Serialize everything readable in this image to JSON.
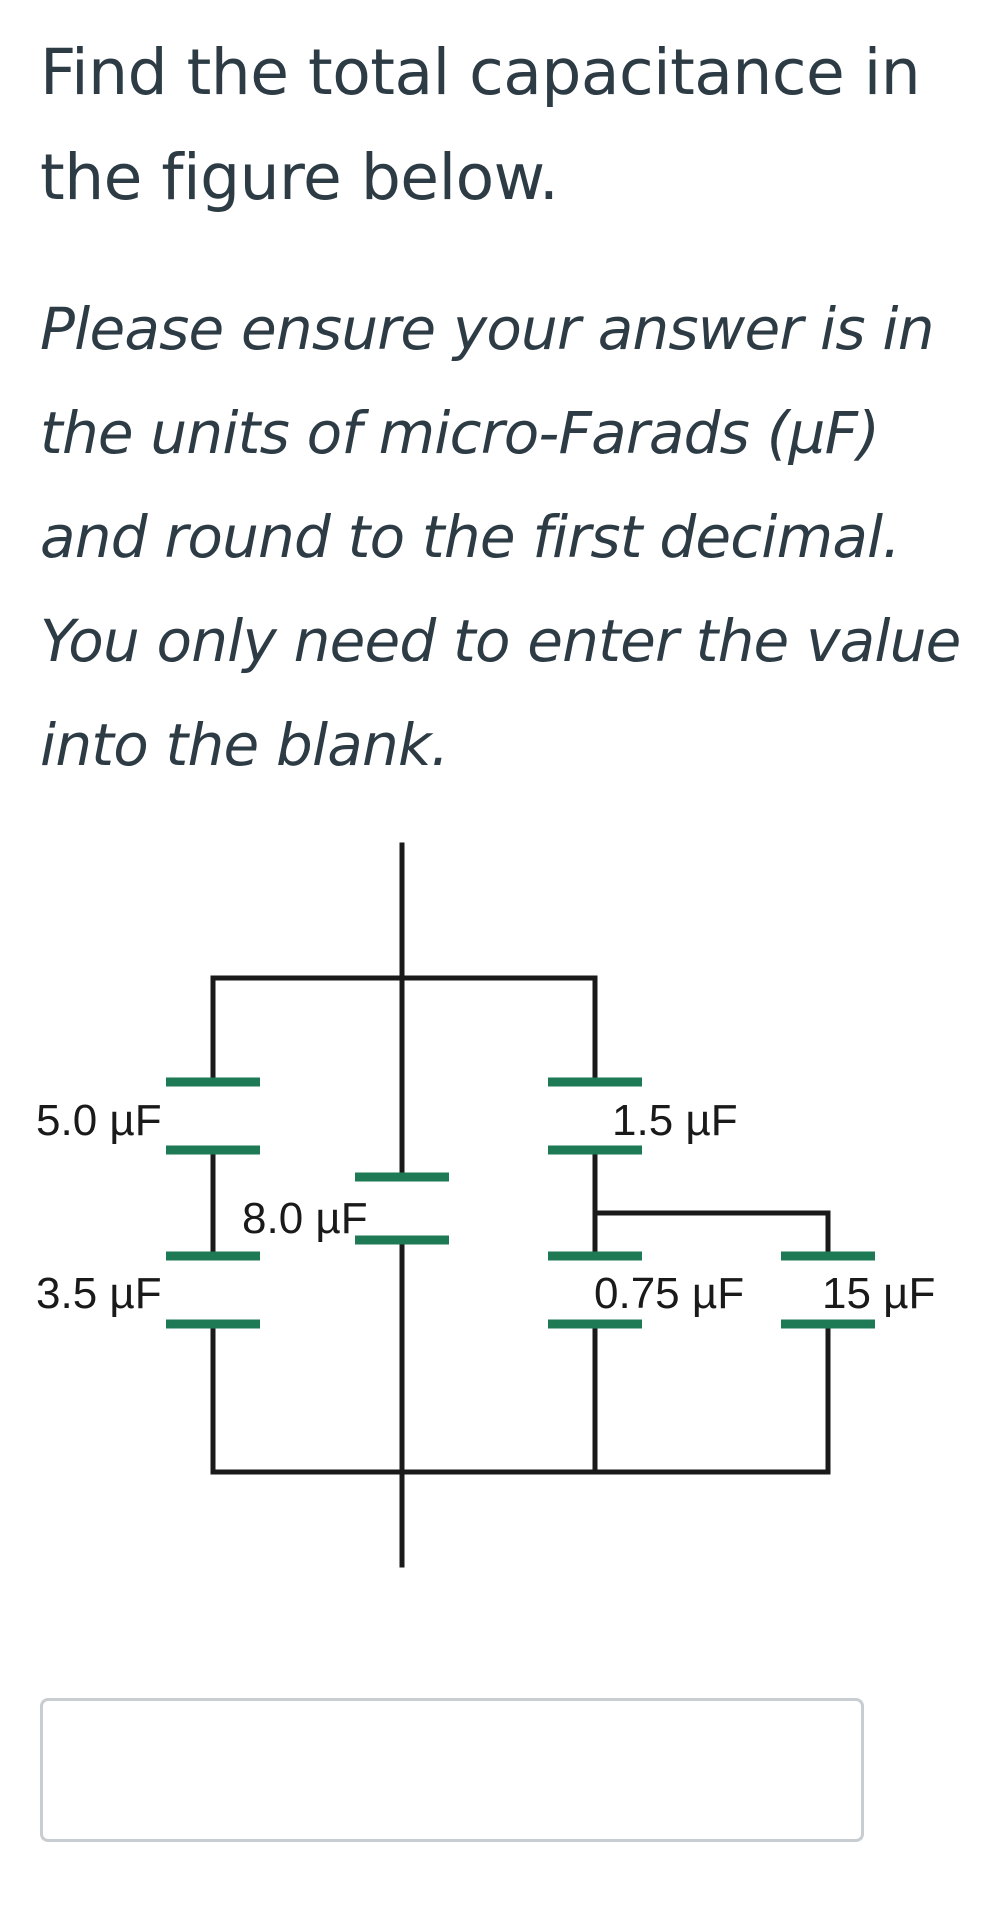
{
  "question": {
    "lines": [
      "Find the total capacitance in",
      "the figure below."
    ]
  },
  "instructions": {
    "lines": [
      "Please ensure your answer is in",
      "the units of micro-Farads (µF)",
      "and round to the first decimal.",
      "You only need to enter the value",
      "into the blank."
    ]
  },
  "circuit": {
    "capacitors": [
      {
        "label": "5.0 µF"
      },
      {
        "label": "3.5 µF"
      },
      {
        "label": "8.0 µF"
      },
      {
        "label": "1.5 µF"
      },
      {
        "label": "0.75 µF"
      },
      {
        "label": "15 µF"
      }
    ],
    "colors": {
      "wire": "#1a1a1a",
      "plate": "#1e7a55"
    }
  },
  "answer": {
    "value": "",
    "placeholder": ""
  }
}
